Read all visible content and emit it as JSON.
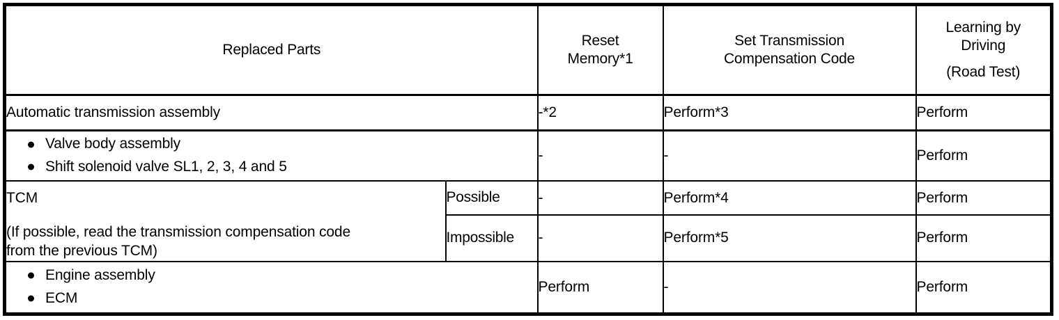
{
  "table": {
    "headers": {
      "replaced_parts": "Replaced Parts",
      "reset_memory_line1": "Reset",
      "reset_memory_line2": "Memory*1",
      "set_comp_line1": "Set Transmission",
      "set_comp_line2": "Compensation Code",
      "learning_line1": "Learning by",
      "learning_line2": "Driving",
      "learning_line3": "(Road Test)"
    },
    "rows": [
      {
        "part": "Automatic transmission assembly",
        "reset_memory": "-*2",
        "set_compensation_code": "Perform*3",
        "learning_by_driving": "Perform"
      },
      {
        "bullets": [
          "Valve body assembly",
          "Shift solenoid valve SL1, 2, 3, 4 and 5"
        ],
        "reset_memory": "-",
        "set_compensation_code": "-",
        "learning_by_driving": "Perform"
      },
      {
        "part_title": "TCM",
        "part_note_line1": "(If possible, read the transmission compensation code",
        "part_note_line2": "from the previous TCM)",
        "sub_rows": [
          {
            "condition": "Possible",
            "reset_memory": "-",
            "set_compensation_code": "Perform*4",
            "learning_by_driving": "Perform"
          },
          {
            "condition": "Impossible",
            "reset_memory": "-",
            "set_compensation_code": "Perform*5",
            "learning_by_driving": "Perform"
          }
        ]
      },
      {
        "bullets": [
          "Engine assembly",
          "ECM"
        ],
        "reset_memory": "Perform",
        "set_compensation_code": "-",
        "learning_by_driving": "Perform"
      }
    ]
  }
}
